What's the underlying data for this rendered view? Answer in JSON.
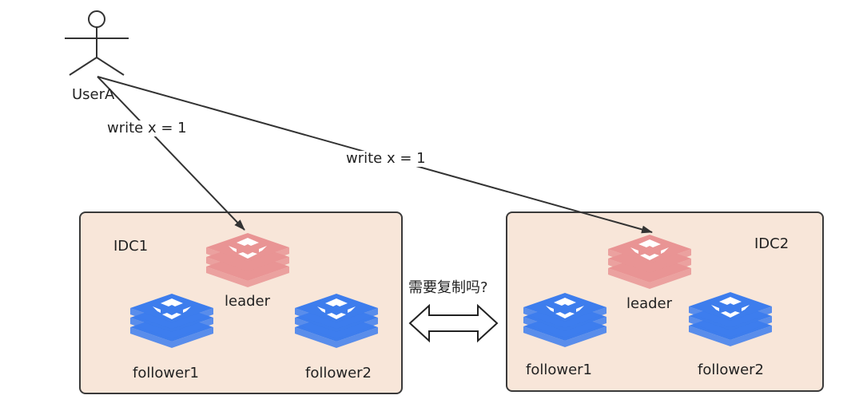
{
  "user": {
    "name": "UserA"
  },
  "edges": [
    {
      "label": "write x = 1"
    },
    {
      "label": "write x = 1"
    }
  ],
  "question": "需要复制吗?",
  "datacenters": [
    {
      "name": "IDC1",
      "nodes": [
        {
          "role": "leader",
          "label": "leader",
          "color": "#e99494"
        },
        {
          "role": "follower",
          "label": "follower1",
          "color": "#3d7ded"
        },
        {
          "role": "follower",
          "label": "follower2",
          "color": "#3d7ded"
        }
      ]
    },
    {
      "name": "IDC2",
      "nodes": [
        {
          "role": "leader",
          "label": "leader",
          "color": "#e99494"
        },
        {
          "role": "follower",
          "label": "follower1",
          "color": "#3d7ded"
        },
        {
          "role": "follower",
          "label": "follower2",
          "color": "#3d7ded"
        }
      ]
    }
  ],
  "colors": {
    "box_fill": "#f8e6d9",
    "box_stroke": "#3a3a3a",
    "edge": "#333333"
  }
}
